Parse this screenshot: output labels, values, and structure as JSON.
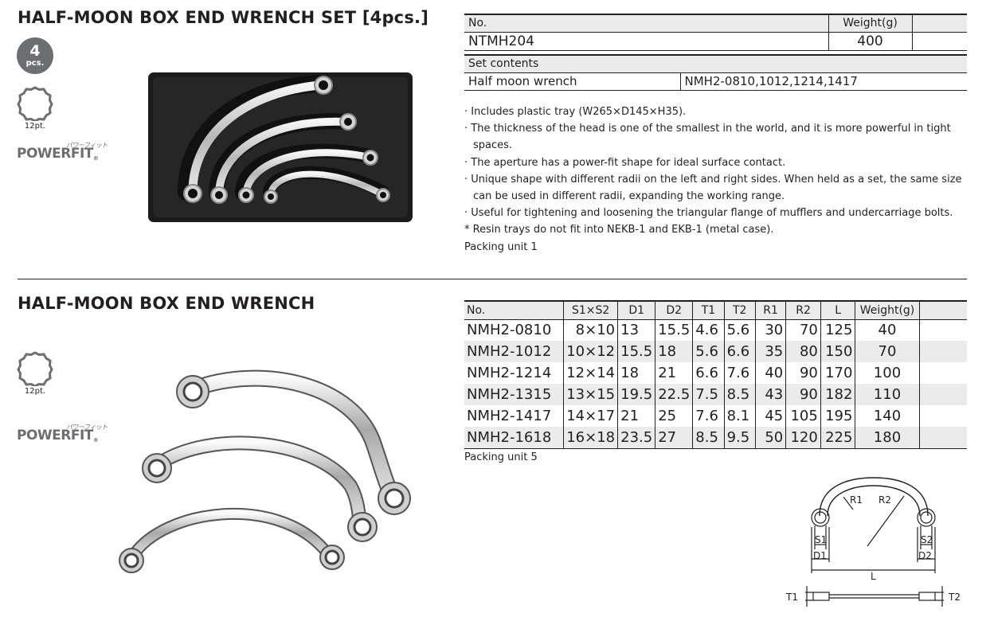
{
  "set": {
    "title": "HALF-MOON BOX END WRENCH SET [4pcs.]",
    "badge_count": "4",
    "badge_unit": "pcs.",
    "point_label": "12pt.",
    "brand": "POWERFIT",
    "brand_kana": "パワーフィット",
    "table": {
      "no_header": "No.",
      "weight_header": "Weight(g)",
      "no_value": "NTMH204",
      "weight_value": "400",
      "contents_header": "Set contents",
      "contents_item": "Half moon wrench",
      "contents_value": "NMH2-0810,1012,1214,1417"
    },
    "notes": [
      "· Includes plastic tray (W265×D145×H35).",
      "· The thickness of the head is one of the smallest in the world, and it is more powerful in tight",
      "spaces.",
      "· The aperture has a power-fit shape for ideal surface contact.",
      "· Unique shape with different radii on the left and right sides. When held as a set, the same size",
      "can be used in different radii, expanding the working range.",
      "· Useful for tightening and loosening the triangular flange of mufflers and undercarriage bolts.",
      "* Resin trays do not fit into NEKB-1 and EKB-1 (metal case).",
      "Packing unit 1"
    ]
  },
  "single": {
    "title": "HALF-MOON BOX END WRENCH",
    "point_label": "12pt.",
    "brand": "POWERFIT",
    "brand_kana": "パワーフィット",
    "headers": [
      "No.",
      "S1×S2",
      "D1",
      "D2",
      "T1",
      "T2",
      "R1",
      "R2",
      "L",
      "Weight(g)"
    ],
    "rows": [
      [
        "NMH2-0810",
        "8×10",
        "13",
        "15.5",
        "4.6",
        "5.6",
        "30",
        "70",
        "125",
        "40"
      ],
      [
        "NMH2-1012",
        "10×12",
        "15.5",
        "18",
        "5.6",
        "6.6",
        "35",
        "80",
        "150",
        "70"
      ],
      [
        "NMH2-1214",
        "12×14",
        "18",
        "21",
        "6.6",
        "7.6",
        "40",
        "90",
        "170",
        "100"
      ],
      [
        "NMH2-1315",
        "13×15",
        "19.5",
        "22.5",
        "7.5",
        "8.5",
        "43",
        "90",
        "182",
        "110"
      ],
      [
        "NMH2-1417",
        "14×17",
        "21",
        "25",
        "7.6",
        "8.1",
        "45",
        "105",
        "195",
        "140"
      ],
      [
        "NMH2-1618",
        "16×18",
        "23.5",
        "27",
        "8.5",
        "9.5",
        "50",
        "120",
        "225",
        "180"
      ]
    ],
    "packing": "Packing unit 5"
  },
  "diagram": {
    "r1": "R1",
    "r2": "R2",
    "s1": "S1",
    "s2": "S2",
    "d1": "D1",
    "d2": "D2",
    "l": "L",
    "t1": "T1",
    "t2": "T2"
  },
  "colors": {
    "text": "#231f20",
    "header_bg": "#ebebeb",
    "badge": "#6d6e71",
    "tray": "#1c1c1c"
  }
}
